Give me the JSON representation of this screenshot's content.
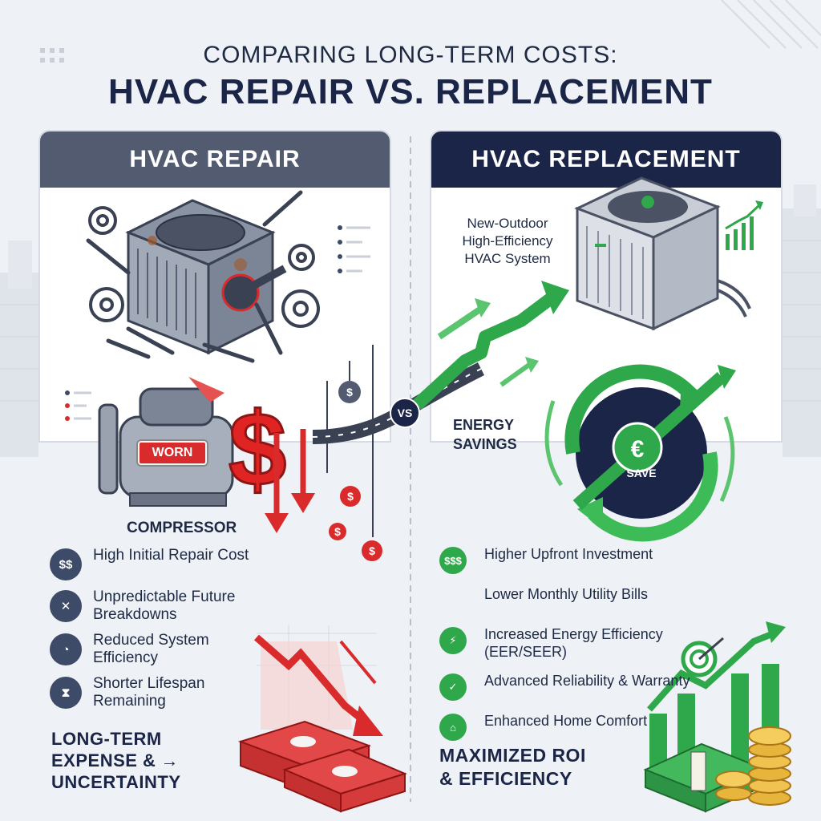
{
  "title": {
    "line1": "COMPARING LONG-TERM COSTS:",
    "line2": "HVAC REPAIR VS. REPLACEMENT"
  },
  "repair_panel": {
    "heading": "HVAC REPAIR",
    "worn_badge": "WORN",
    "component_label": "COMPRESSOR",
    "items": [
      {
        "icon": "dollar-icon",
        "glyph": "$$",
        "text": "High Initial Repair Cost"
      },
      {
        "icon": "wrench-icon",
        "glyph": "✕",
        "text": "Unpredictable Future Breakdowns"
      },
      {
        "icon": "gauge-icon",
        "glyph": "◔",
        "text": "Reduced System Efficiency"
      },
      {
        "icon": "hourglass-icon",
        "glyph": "⧗",
        "text": "Shorter Lifespan Remaining"
      }
    ],
    "conclusion_line1": "LONG-TERM",
    "conclusion_line2": "EXPENSE &",
    "conclusion_line3": "UNCERTAINTY",
    "conclusion_arrow": "→"
  },
  "vs_label": "VS",
  "replacement_panel": {
    "heading": "HVAC REPLACEMENT",
    "unit_label_line1": "New-Outdoor",
    "unit_label_line2": "High-Efficiency",
    "unit_label_line3": "HVAC System",
    "savings_line1": "ENERGY",
    "savings_line2": "SAVINGS",
    "save_label": "SAVE",
    "currency_symbol": "€",
    "items": [
      {
        "icon": "dollar-icon",
        "glyph": "$$$",
        "text": "Higher Upfront Investment"
      },
      {
        "icon": "bill-icon",
        "glyph": "",
        "text": "Lower Monthly Utility Bills"
      },
      {
        "icon": "lightning-icon",
        "glyph": "⚡",
        "text": "Increased Energy Efficiency (EER/SEER)"
      },
      {
        "icon": "shield-icon",
        "glyph": "✓",
        "text": "Advanced Reliability & Warranty"
      },
      {
        "icon": "home-icon",
        "glyph": "⌂",
        "text": "Enhanced Home Comfort"
      }
    ],
    "conclusion_line1": "MAXIMIZED ROI",
    "conclusion_line2": "& EFFICIENCY"
  },
  "colors": {
    "navy": "#1b2548",
    "slate": "#525b70",
    "red": "#d92b2b",
    "green": "#2ea84a"
  }
}
